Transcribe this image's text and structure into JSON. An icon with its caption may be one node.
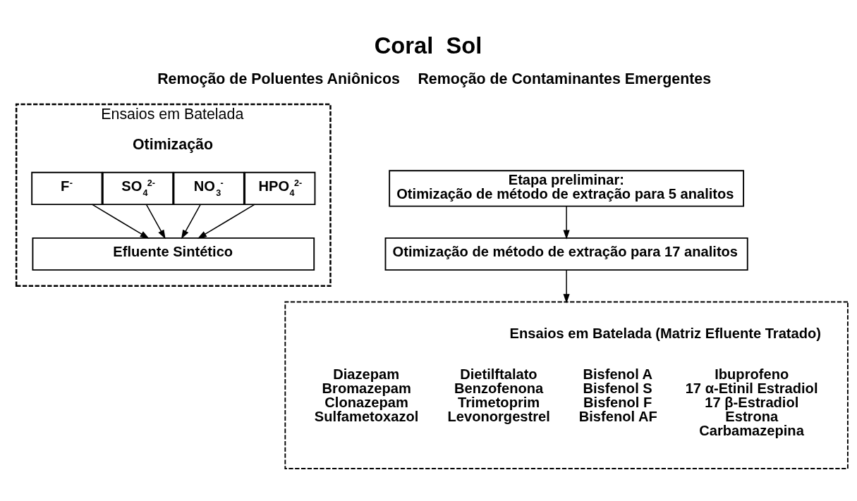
{
  "diagram": {
    "title": "Coral  Sol",
    "nodes": [
      {
        "text": [
          "Ensaios em Batelada",
          "Otimização"
        ]
      },
      {
        "text": [
          "HPO$_{4}$$^{2-}$"
        ],
        "in": 0
      },
      {
        "text": [
          "NO$_{3}$$^{-}$"
        ],
        "in": 0
      },
      {
        "text": [
          "SO$_{4}$$^{2-}$"
        ],
        "in": 0
      },
      {
        "text": [
          "F$^{-}$"
        ],
        "in": 0
      },
      {
        "text": [
          "Efluente Sintético"
        ],
        "in": 0
      },
      {
        "text": [
          "Etapa preliminar:",
          "Otimização de método de extração para 5 analitos"
        ]
      },
      {
        "text": [
          "Otimização de método de extração para 17 analitos"
        ]
      },
      {
        "text": [
          "Ensaios em Batelada (Matriz Efluente Tratado)",
          "Diazepam",
          "Bromazepam",
          "Clonazepam",
          "Sulfametoxazol",
          "Dietilftalato",
          "Benzofenona",
          "Trimetoprim",
          "Levonorgestrel",
          "Bisfenol A",
          "Bisfenol S",
          "Bisfenol F",
          "Bisfenol AF",
          "Ibuprofeno",
          "17 α-Etinil Estradiol",
          "17 β-Estradiol",
          "Estrona",
          "Carbamazepina"
        ]
      }
    ],
    "edges": [
      {
        "from": 1,
        "to": 5,
        "arrow": "to"
      },
      {
        "from": 2,
        "to": 5,
        "arrow": "to"
      },
      {
        "from": 3,
        "to": 5,
        "arrow": "to"
      },
      {
        "from": 4,
        "to": 5,
        "arrow": "to"
      },
      {
        "from": 6,
        "to": 7,
        "arrow": "to"
      },
      {
        "from": 7,
        "to": 8,
        "arrow": "to"
      }
    ],
    "labels": [
      "Remoção de Poluentes Aniônicos",
      "Remoção de Contaminantes Emergentes"
    ]
  }
}
